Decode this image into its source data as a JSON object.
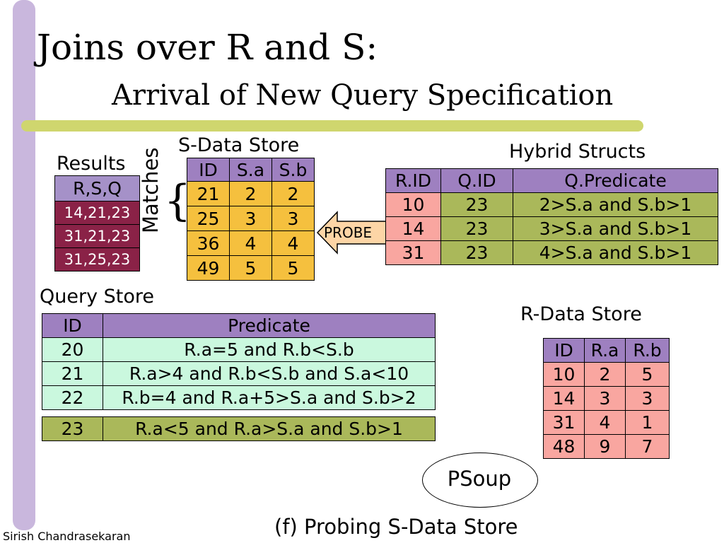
{
  "slide": {
    "title": "Joins over R and S:",
    "subtitle": "Arrival of New Query Specification",
    "caption": "(f) Probing S-Data Store",
    "author": "Sirish Chandrasekaran",
    "psoup_label": "PSoup",
    "probe_label": "PROBE",
    "matches_label": "Matches",
    "brace_glyph": "{"
  },
  "results": {
    "label": "Results",
    "header": "R,S,Q",
    "rows": [
      "14,21,23",
      "31,21,23",
      "31,25,23"
    ]
  },
  "s_store": {
    "label": "S-Data Store",
    "headers": [
      "ID",
      "S.a",
      "S.b"
    ],
    "rows": [
      [
        "21",
        "2",
        "2"
      ],
      [
        "25",
        "3",
        "3"
      ],
      [
        "36",
        "4",
        "4"
      ],
      [
        "49",
        "5",
        "5"
      ]
    ]
  },
  "hybrid": {
    "label": "Hybrid Structs",
    "headers": [
      "R.ID",
      "Q.ID",
      "Q.Predicate"
    ],
    "rows": [
      [
        "10",
        "23",
        "2>S.a and S.b>1"
      ],
      [
        "14",
        "23",
        "3>S.a and S.b>1"
      ],
      [
        "31",
        "23",
        "4>S.a and S.b>1"
      ]
    ]
  },
  "query_store": {
    "label": "Query Store",
    "headers": [
      "ID",
      "Predicate"
    ],
    "rows": [
      [
        "20",
        "R.a=5 and R.b<S.b"
      ],
      [
        "21",
        "R.a>4 and R.b<S.b and S.a<10"
      ],
      [
        "22",
        "R.b=4 and R.a+5>S.a and S.b>2"
      ]
    ],
    "new_query": [
      "23",
      "R.a<5 and R.a>S.a and S.b>1"
    ]
  },
  "r_store": {
    "label": "R-Data Store",
    "headers": [
      "ID",
      "R.a",
      "R.b"
    ],
    "rows": [
      [
        "10",
        "2",
        "5"
      ],
      [
        "14",
        "3",
        "3"
      ],
      [
        "31",
        "4",
        "1"
      ],
      [
        "48",
        "9",
        "7"
      ]
    ]
  },
  "colors": {
    "left_bar": "#c9b7dd",
    "title_rule": "#cfd66e",
    "header": "#9e80c0",
    "s_store_cells": "#f5c03e",
    "pink_cells": "#f9a6a0",
    "olive_cells": "#aab85a",
    "mint_cells": "#caf8de",
    "results_cells": "#8a2247",
    "probe_arrow": "#fdd5a6"
  }
}
